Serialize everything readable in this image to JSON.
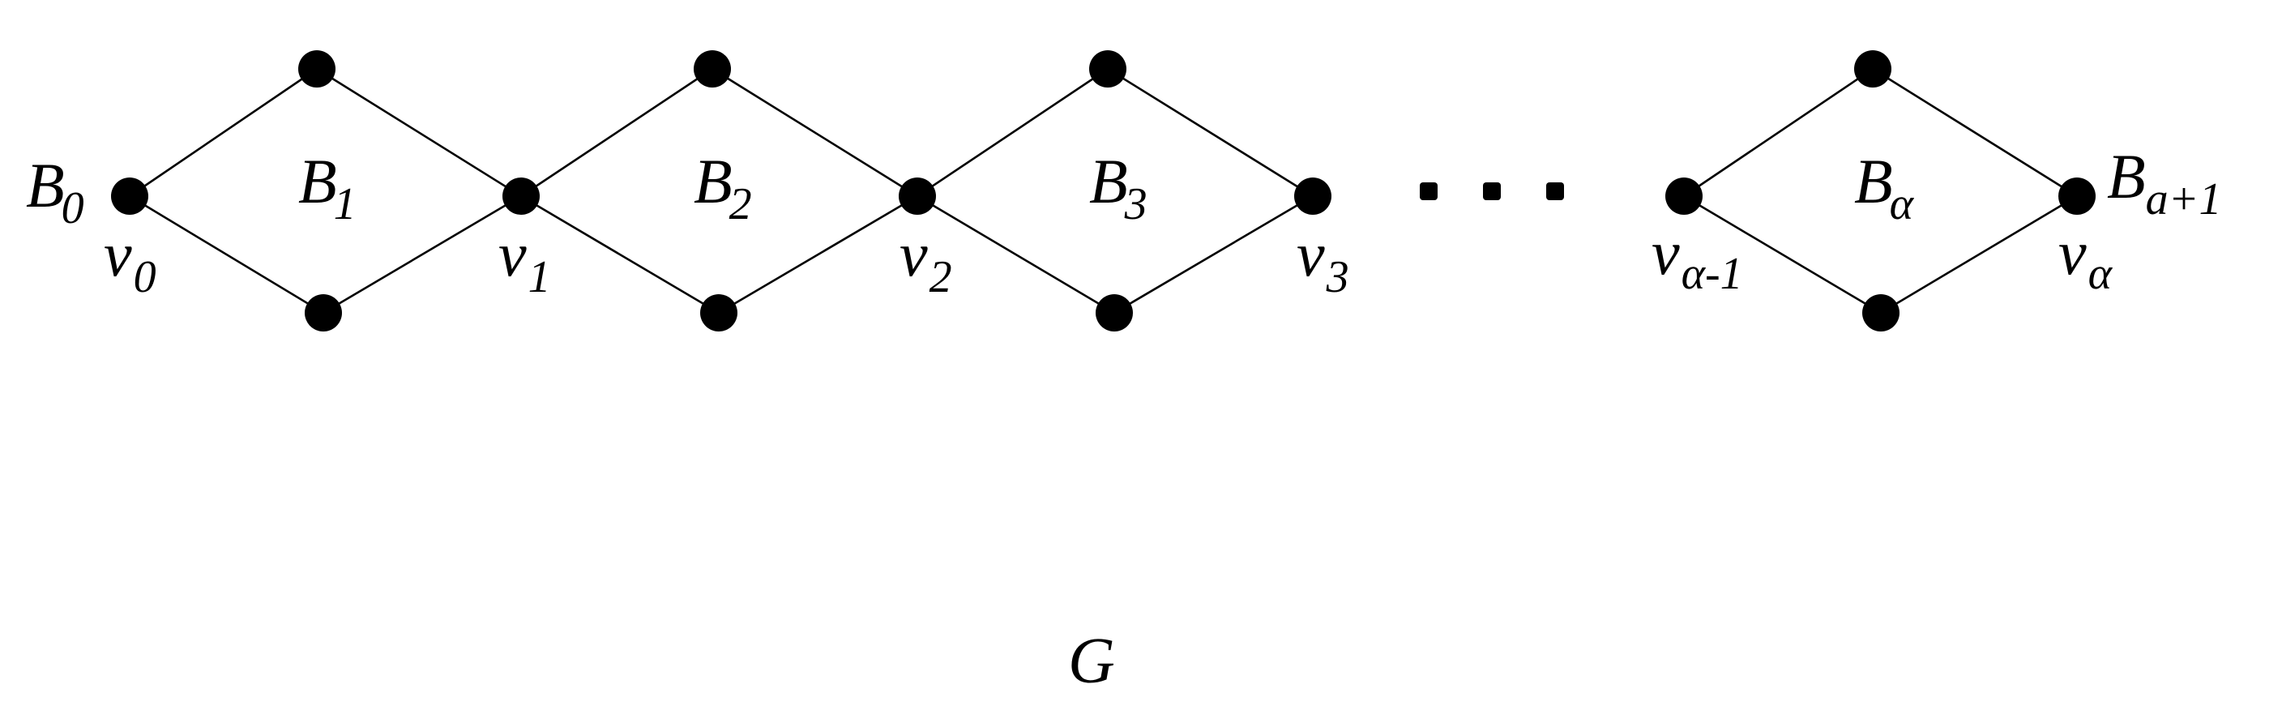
{
  "graph": {
    "blocks": [
      {
        "label": "B",
        "sub": "0"
      },
      {
        "label": "B",
        "sub": "1"
      },
      {
        "label": "B",
        "sub": "2"
      },
      {
        "label": "B",
        "sub": "3"
      },
      {
        "label": "B",
        "sub": "α"
      },
      {
        "label": "B",
        "sub": "a+1"
      }
    ],
    "cut_vertices": [
      {
        "label": "v",
        "sub": "0"
      },
      {
        "label": "v",
        "sub": "1"
      },
      {
        "label": "v",
        "sub": "2"
      },
      {
        "label": "v",
        "sub": "3"
      },
      {
        "label": "v",
        "sub": "α-1"
      },
      {
        "label": "v",
        "sub": "α"
      }
    ],
    "ellipsis": "· · ·",
    "caption": "G"
  }
}
